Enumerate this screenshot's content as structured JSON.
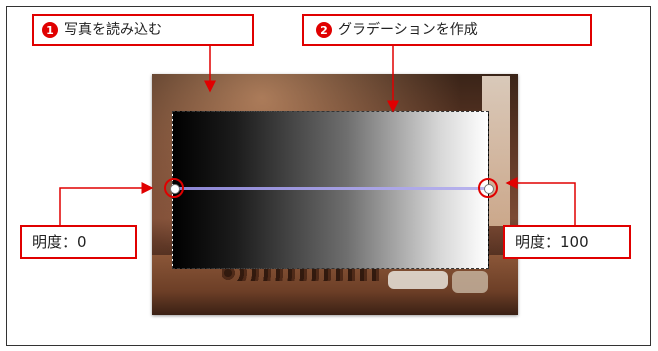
{
  "callouts": {
    "load_image": {
      "number": "1",
      "label": "写真を読み込む"
    },
    "create_gradient": {
      "number": "2",
      "label": "グラデーションを作成"
    },
    "brightness_start": {
      "label": "明度：0"
    },
    "brightness_end": {
      "label": "明度：100"
    }
  },
  "colors": {
    "accent": "#e00000",
    "gradient_start": "#000000",
    "gradient_end": "#ffffff",
    "gradient_line": "#b9b4ee"
  },
  "icons": {
    "start_handle": "gradient-start-handle",
    "end_handle": "gradient-end-handle"
  }
}
